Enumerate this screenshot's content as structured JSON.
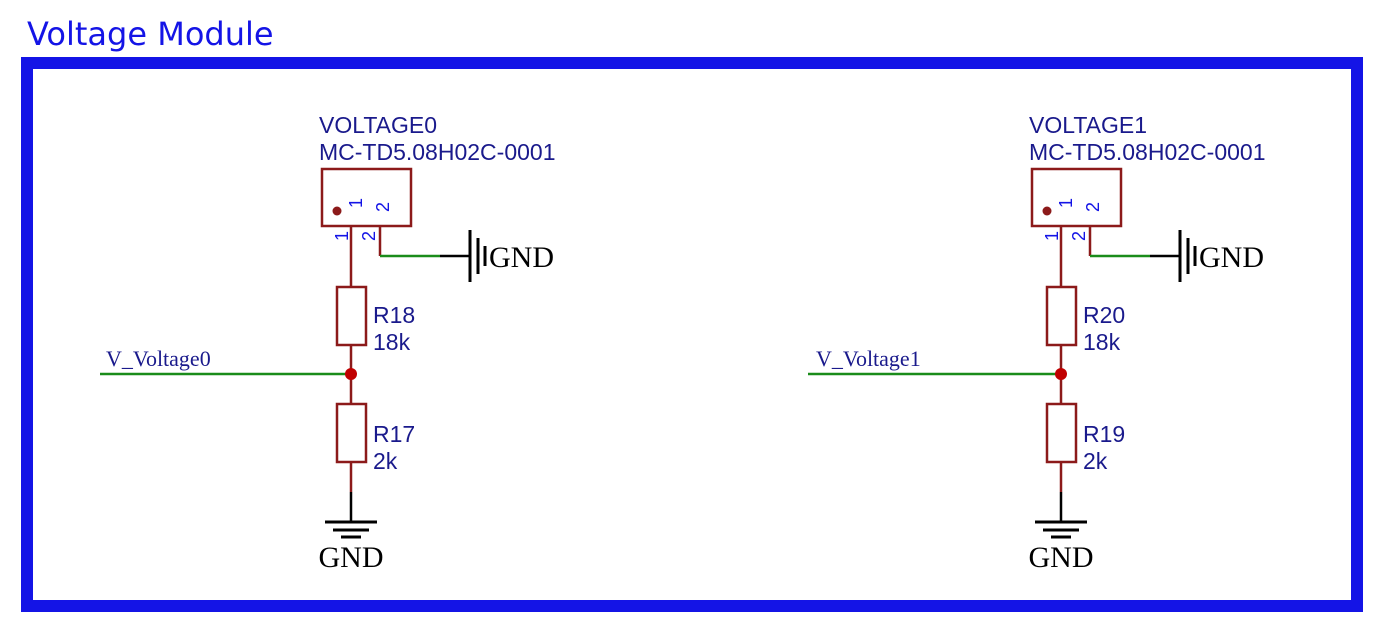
{
  "sheet": {
    "title": "Voltage Module"
  },
  "colors": {
    "frame": "#1414e6",
    "wire": "#1a8c1a",
    "component": "#8c1a1a",
    "label": "#1a1a8c",
    "junction": "#c00000"
  },
  "circuits": [
    {
      "connector": {
        "designator": "VOLTAGE0",
        "part": "MC-TD5.08H02C-0001",
        "pin1_inner": "1",
        "pin2_inner": "2",
        "pin1_outer": "1",
        "pin2_outer": "2"
      },
      "top_resistor": {
        "designator": "R18",
        "value": "18k"
      },
      "bottom_resistor": {
        "designator": "R17",
        "value": "2k"
      },
      "net_label": "V_Voltage0",
      "gnd_right": "GND",
      "gnd_bottom": "GND"
    },
    {
      "connector": {
        "designator": "VOLTAGE1",
        "part": "MC-TD5.08H02C-0001",
        "pin1_inner": "1",
        "pin2_inner": "2",
        "pin1_outer": "1",
        "pin2_outer": "2"
      },
      "top_resistor": {
        "designator": "R20",
        "value": "18k"
      },
      "bottom_resistor": {
        "designator": "R19",
        "value": "2k"
      },
      "net_label": "V_Voltage1",
      "gnd_right": "GND",
      "gnd_bottom": "GND"
    }
  ]
}
